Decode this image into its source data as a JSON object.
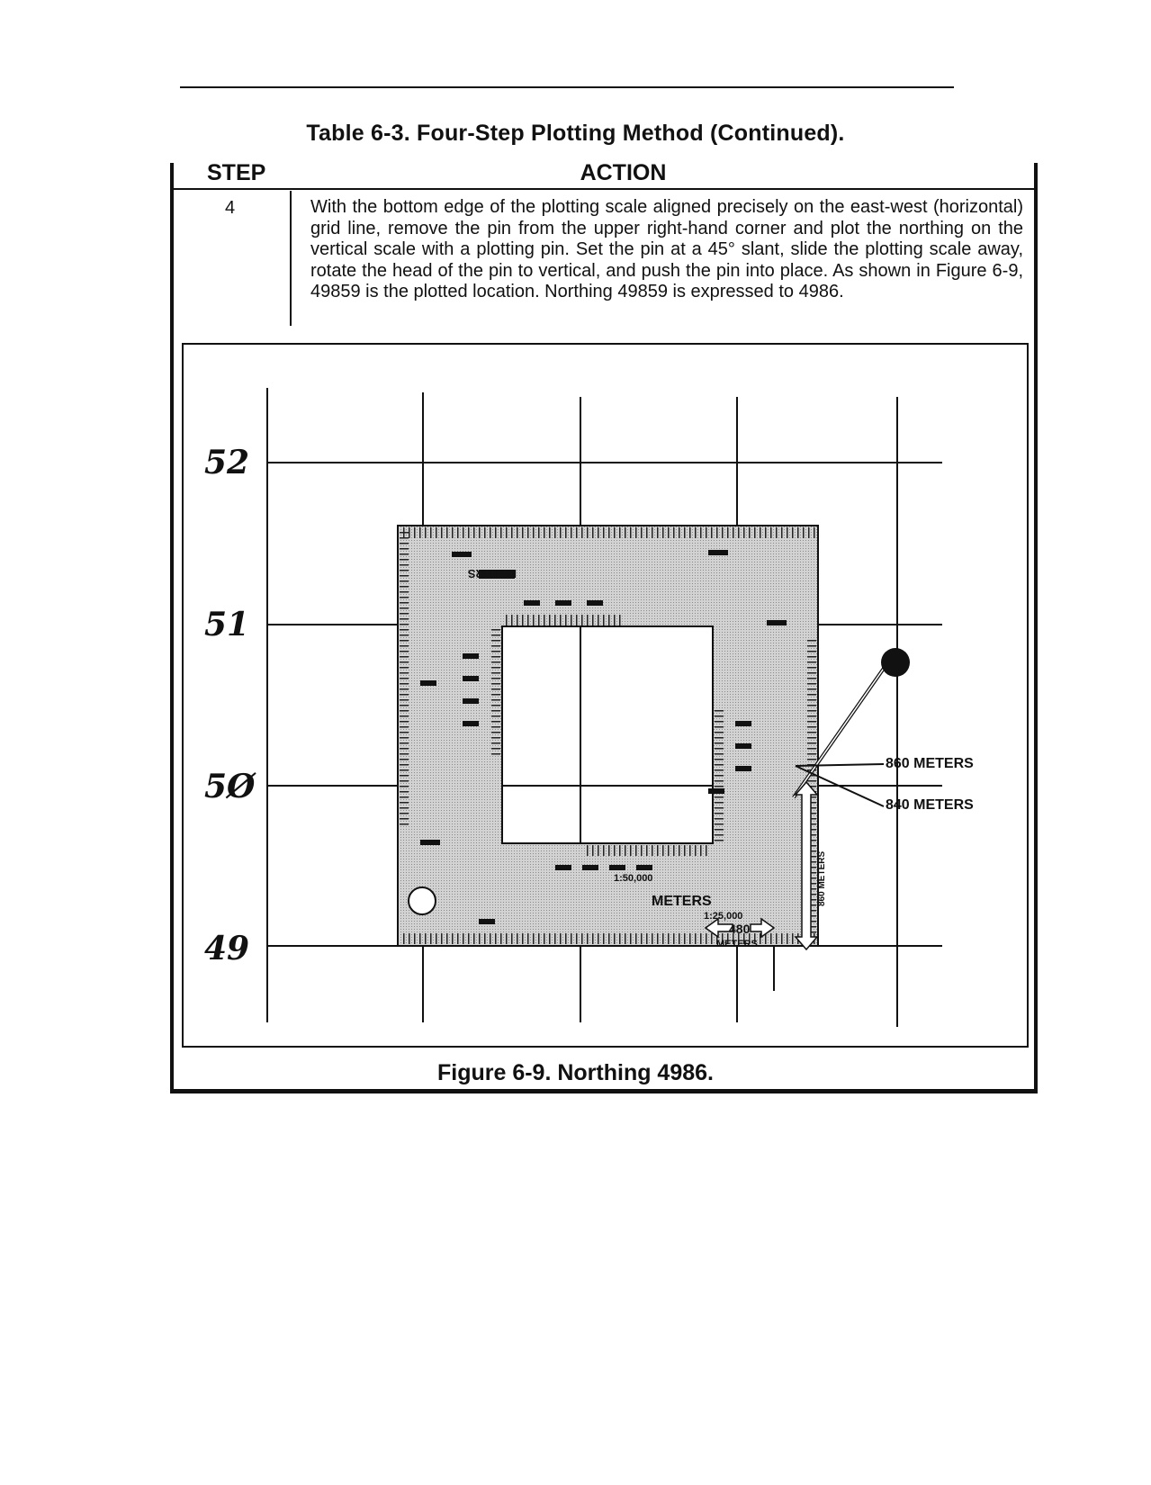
{
  "table": {
    "title": "Table 6-3. Four-Step Plotting Method (Continued).",
    "header_step": "STEP",
    "header_action": "ACTION",
    "row": {
      "step": "4",
      "action": "With the bottom edge of the plotting scale aligned precisely on the east-west (horizontal) grid line, remove the pin from the upper right-hand corner and plot the northing on the vertical scale with a plotting pin. Set the pin at a 45° slant, slide the plotting scale away, rotate the head of the pin to vertical, and push the pin into place. As shown in Figure 6-9, 49859 is the plotted location. Northing 49859 is expressed to 4986."
    }
  },
  "figure": {
    "caption": "Figure 6-9. Northing 4986.",
    "grid_labels": [
      "52",
      "51",
      "5Ø",
      "49"
    ],
    "callouts": {
      "meters_860": "860 METERS",
      "meters_840": "840 METERS",
      "vertical_label": "860 METERS",
      "horizontal_value": "480",
      "horizontal_unit": "METERS"
    },
    "scale_text": {
      "meters": "METERS",
      "ratio_a": "1:50,000",
      "ratio_b": "1:25,000"
    }
  }
}
